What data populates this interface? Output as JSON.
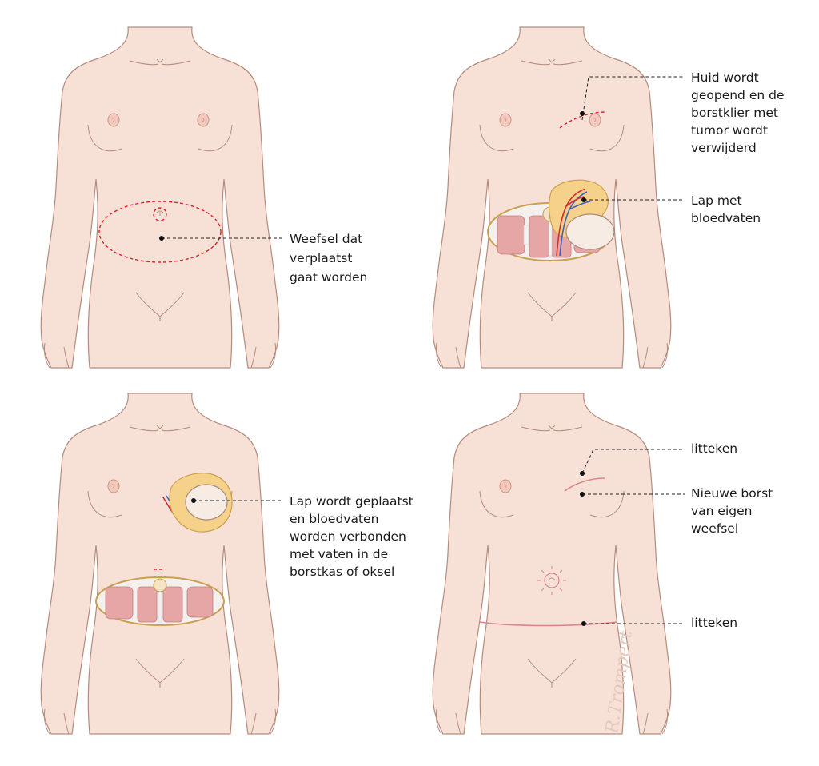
{
  "panels": [
    {
      "id": "panel-1",
      "labels": [
        {
          "lines": [
            "Weefsel dat",
            "verplaatst",
            "gaat worden"
          ]
        }
      ]
    },
    {
      "id": "panel-2",
      "labels": [
        {
          "lines": [
            "Huid wordt",
            "geopend en de",
            "borstklier met",
            "tumor wordt",
            "verwijderd"
          ]
        },
        {
          "lines": [
            "Lap met",
            "bloedvaten"
          ]
        }
      ]
    },
    {
      "id": "panel-3",
      "labels": [
        {
          "lines": [
            "Lap wordt geplaatst",
            "en bloedvaten",
            "worden verbonden",
            "met vaten in de",
            "borstkas of oksel"
          ]
        }
      ]
    },
    {
      "id": "panel-4",
      "labels": [
        {
          "lines": [
            "litteken"
          ]
        },
        {
          "lines": [
            "Nieuwe borst",
            "van eigen",
            "weefsel"
          ]
        },
        {
          "lines": [
            "litteken"
          ]
        }
      ]
    }
  ],
  "signature": "R.Trompert",
  "colors": {
    "skin": "#f7e1d6",
    "outline": "#b48c7e",
    "incision": "#e0202a",
    "muscle": "#e6a6a6",
    "fat": "#f6d18a",
    "vein": "#3f5fbf",
    "artery": "#d23030",
    "scar": "#d7858f"
  }
}
